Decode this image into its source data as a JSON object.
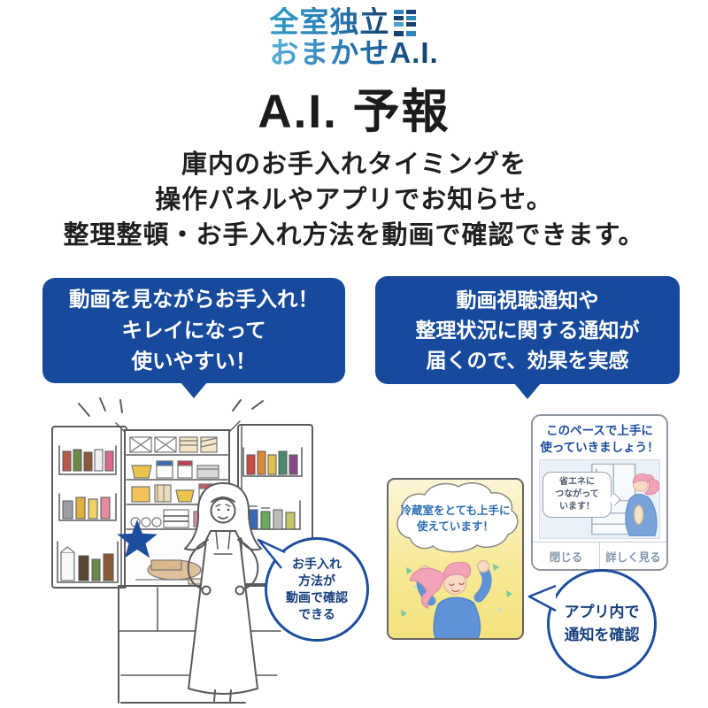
{
  "logo": {
    "line1": "全室独立",
    "line2": "おまかせA.I.",
    "exclamation_icon": "double-exclamation-bars"
  },
  "title": "A.I. 予報",
  "description": "庫内のお手入れタイミングを\n操作パネルやアプリでお知らせ。\n整理整頓・お手入れ方法を動画で確認できます。",
  "callouts": {
    "left": "動画を見ながらお手入れ！\nキレイになって\n使いやすい！",
    "right": "動画視聴通知や\n整理状況に関する通知が\n届くので、効果を実感"
  },
  "fridge_scene": {
    "bubble": "お手入れ\n方法が\n動画で確認\nできる"
  },
  "panel_card": {
    "bubble": "冷蔵室をとても上手に\n使えています！"
  },
  "app_screen": {
    "title": "このペースで上手に\n使っていきましょう！",
    "bubble": "省エネに\nつながって\nいます！",
    "close_button": "閉じる",
    "detail_button": "詳しく見る"
  },
  "app_callout": "アプリ内で\n通知を確認",
  "colors": {
    "callout_blue": "#174a9c",
    "bubble_border_blue": "#1d4e9e",
    "bubble_text_blue": "#17407c",
    "logo_teal": "#2e9ec4",
    "logo_navy": "#16406f",
    "panel_yellow": "#f3e27e",
    "panel_text_blue": "#2b6cb4",
    "star_blue": "#1d4e9e"
  }
}
